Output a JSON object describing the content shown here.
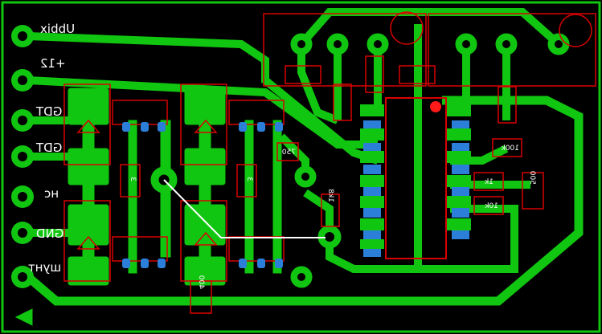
{
  "board": {
    "background": "#000000",
    "copper_color": "#11c611",
    "silk_color": "#d90000",
    "pad_smd_color": "#2b7fd9",
    "jumper_color": "#ffffff",
    "chip_dot_color": "#ff1a1a"
  },
  "connector_labels": [
    {
      "id": "ubbix",
      "text": "Ubbix"
    },
    {
      "id": "plus12",
      "text": "+12"
    },
    {
      "id": "gdt1",
      "text": "GDT"
    },
    {
      "id": "gdt2",
      "text": "GDT"
    },
    {
      "id": "nc",
      "text": "нс"
    },
    {
      "id": "gnd",
      "text": "GND"
    },
    {
      "id": "shunt",
      "text": "шунт"
    }
  ],
  "component_labels": [
    {
      "id": "r_3",
      "text": "3"
    },
    {
      "id": "r_3b",
      "text": "3"
    },
    {
      "id": "r_750",
      "text": "750"
    },
    {
      "id": "r_100k",
      "text": "100k"
    },
    {
      "id": "r_1k",
      "text": "1k"
    },
    {
      "id": "r_10k",
      "text": "10k"
    },
    {
      "id": "c_500",
      "text": "500"
    },
    {
      "id": "c_400",
      "text": "400"
    },
    {
      "id": "r_1k8",
      "text": "1k8"
    }
  ]
}
